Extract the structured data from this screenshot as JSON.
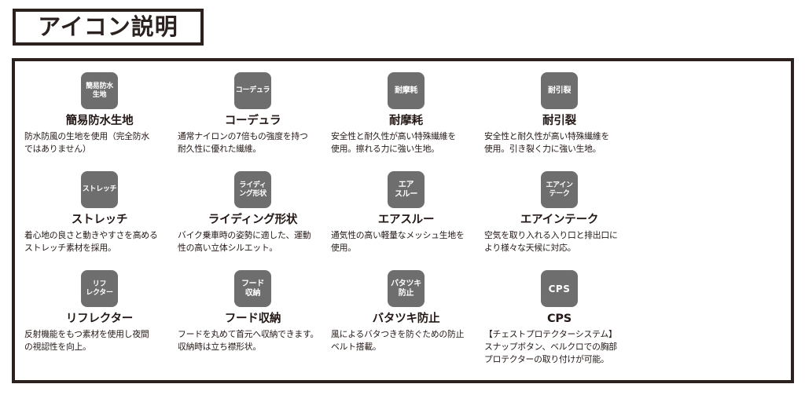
{
  "header": {
    "title": "アイコン説明"
  },
  "items": [
    {
      "icon_label": "簡易防水\n生地",
      "title": "簡易防水生地",
      "description": "防水防風の生地を使用（完全防水\nではありません）",
      "icon_style": "small"
    },
    {
      "icon_label": "コーデュラ",
      "title": "コーデュラ",
      "description": "通常ナイロンの7倍もの強度を持つ\n耐久性に優れた繊維。",
      "icon_style": "small"
    },
    {
      "icon_label": "耐摩耗",
      "title": "耐摩耗",
      "description": "安全性と耐久性が高い特殊繊維を\n使用。擦れる力に強い生地。",
      "icon_style": "normal"
    },
    {
      "icon_label": "耐引裂",
      "title": "耐引裂",
      "description": "安全性と耐久性が高い特殊繊維を\n使用。引き裂く力に強い生地。",
      "icon_style": "normal"
    },
    {
      "icon_label": "ストレッチ",
      "title": "ストレッチ",
      "description": "着心地の良さと動きやすさを高める\nストレッチ素材を採用。",
      "icon_style": "small"
    },
    {
      "icon_label": "ライディ\nング形状",
      "title": "ライディング形状",
      "description": "バイク乗車時の姿勢に適した、運動\n性の高い立体シルエット。",
      "icon_style": "small"
    },
    {
      "icon_label": "エア\nスルー",
      "title": "エアスルー",
      "description": "通気性の高い軽量なメッシュ生地を\n使用。",
      "icon_style": "normal"
    },
    {
      "icon_label": "エアイン\nテーク",
      "title": "エアインテーク",
      "description": "空気を取り入れる入り口と排出口に\nより様々な天候に対応。",
      "icon_style": "small"
    },
    {
      "icon_label": "リフ\nレクター",
      "title": "リフレクター",
      "description": "反射機能をもつ素材を使用し夜間\nの視認性を向上。",
      "icon_style": "small"
    },
    {
      "icon_label": "フード\n収納",
      "title": "フード収納",
      "description": "フードを丸めて首元へ収納できます。\n収納時は立ち襟形状。",
      "icon_style": "normal"
    },
    {
      "icon_label": "バタツキ\n防止",
      "title": "バタツキ防止",
      "description": "風によるバタつきを防ぐための防止\nベルト搭載。",
      "icon_style": "normal"
    },
    {
      "icon_label": "CPS",
      "title": "CPS",
      "description": "【チェストプロテクターシステム】\nスナップボタン、ベルクロでの胸部\nプロテクターの取り付けが可能。",
      "icon_style": "cps"
    }
  ],
  "colors": {
    "icon_background": "#6e6e6e",
    "border": "#2b2220",
    "text": "#231815",
    "page_background": "#ffffff"
  }
}
